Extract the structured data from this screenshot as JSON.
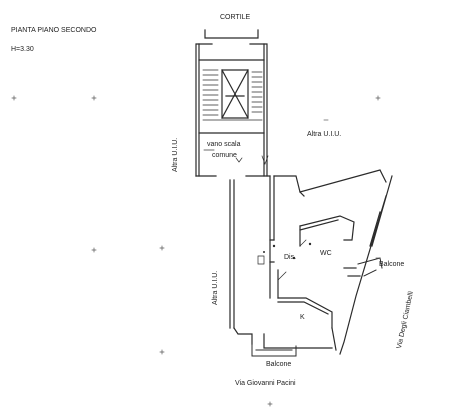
{
  "header": {
    "title": "PIANTA PIANO SECONDO",
    "height": "H=3.30"
  },
  "labels": {
    "courtyard": "CORTILE",
    "stair_line1": "vano scala",
    "stair_line2": "comune",
    "other_unit_top": "Altra U.I.U.",
    "other_unit_left_top": "Altra U.I.U.",
    "other_unit_left_bottom": "Altra U.I.U.",
    "dis": "Dis.",
    "wc": "WC",
    "k": "K",
    "balcony_right": "Balcone",
    "balcony_bottom": "Balcone",
    "street_bottom": "Via Giovanni Pacini",
    "street_right": "Via Degli Ciambelli"
  },
  "colors": {
    "line": "#2b2b2b",
    "background": "#ffffff"
  }
}
